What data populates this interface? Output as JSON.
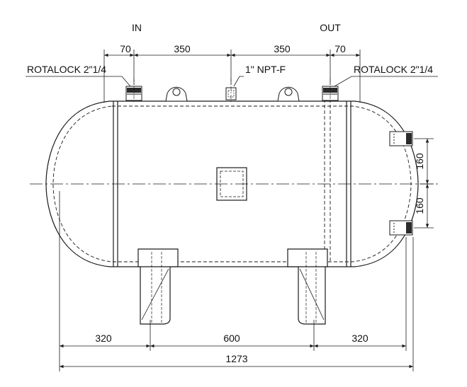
{
  "labels": {
    "inlet": "IN",
    "outlet": "OUT",
    "left_connection": "ROTALOCK 2\"1/4",
    "right_connection": "ROTALOCK 2\"1/4",
    "center_connection": "1\" NPT-F"
  },
  "dimensions": {
    "top_left_offset": "70",
    "top_left_span": "350",
    "top_right_span": "350",
    "top_right_offset": "70",
    "side_upper": "160",
    "side_lower": "160",
    "bottom_left": "320",
    "bottom_middle": "600",
    "bottom_right": "320",
    "overall_length": "1273"
  },
  "colors": {
    "line": "#1a1a1a",
    "fitting_fill": "#2b2b2b",
    "background": "#ffffff"
  }
}
